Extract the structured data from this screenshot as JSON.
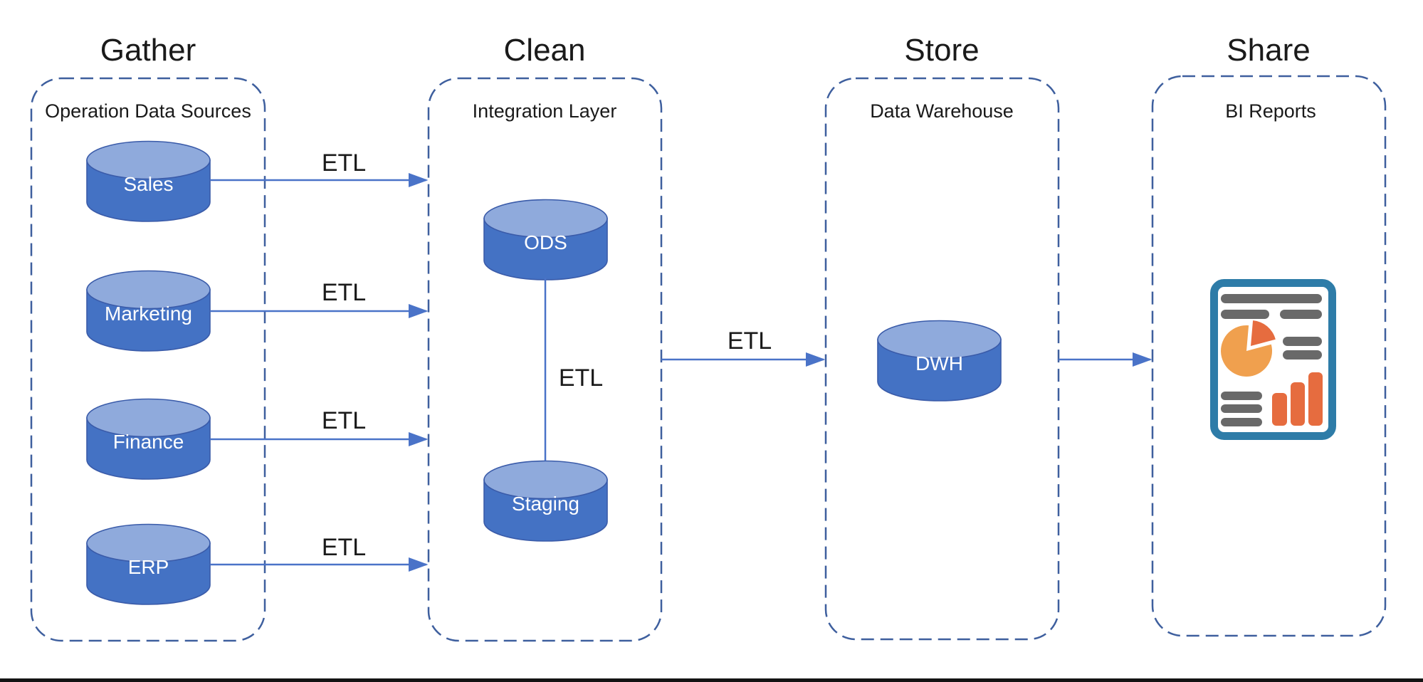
{
  "diagram": {
    "type": "etl-data-warehouse-flow",
    "stages": [
      {
        "title": "Gather",
        "container_label": "Operation Data Sources",
        "nodes": [
          "Sales",
          "Marketing",
          "Finance",
          "ERP"
        ]
      },
      {
        "title": "Clean",
        "container_label": "Integration Layer",
        "nodes": [
          "ODS",
          "Staging"
        ]
      },
      {
        "title": "Store",
        "container_label": "Data Warehouse",
        "nodes": [
          "DWH"
        ]
      },
      {
        "title": "Share",
        "container_label": "BI Reports",
        "nodes": [],
        "icon": "bi-report-document"
      }
    ],
    "connections": [
      {
        "from": "Sales",
        "to": "Integration Layer",
        "label": "ETL"
      },
      {
        "from": "Marketing",
        "to": "Integration Layer",
        "label": "ETL"
      },
      {
        "from": "Finance",
        "to": "Integration Layer",
        "label": "ETL"
      },
      {
        "from": "ERP",
        "to": "Integration Layer",
        "label": "ETL"
      },
      {
        "from": "ODS",
        "to": "Staging",
        "label": "ETL"
      },
      {
        "from": "Integration Layer",
        "to": "DWH",
        "label": "ETL"
      },
      {
        "from": "DWH",
        "to": "BI Reports"
      }
    ],
    "colors": {
      "cylinder_body": "#4472C4",
      "cylinder_top": "#8FAADC",
      "cylinder_stroke": "#3A5BA9",
      "dashed_border": "#3E5F9E",
      "arrow": "#4A73C8",
      "text": "#1a1a1a",
      "node_text": "#ffffff",
      "report_frame_teal": "#2E7CA8",
      "report_gray": "#696969",
      "report_orange": "#F0A04E",
      "report_red_orange": "#E66C3F",
      "bottom_bar": "#131313"
    }
  }
}
